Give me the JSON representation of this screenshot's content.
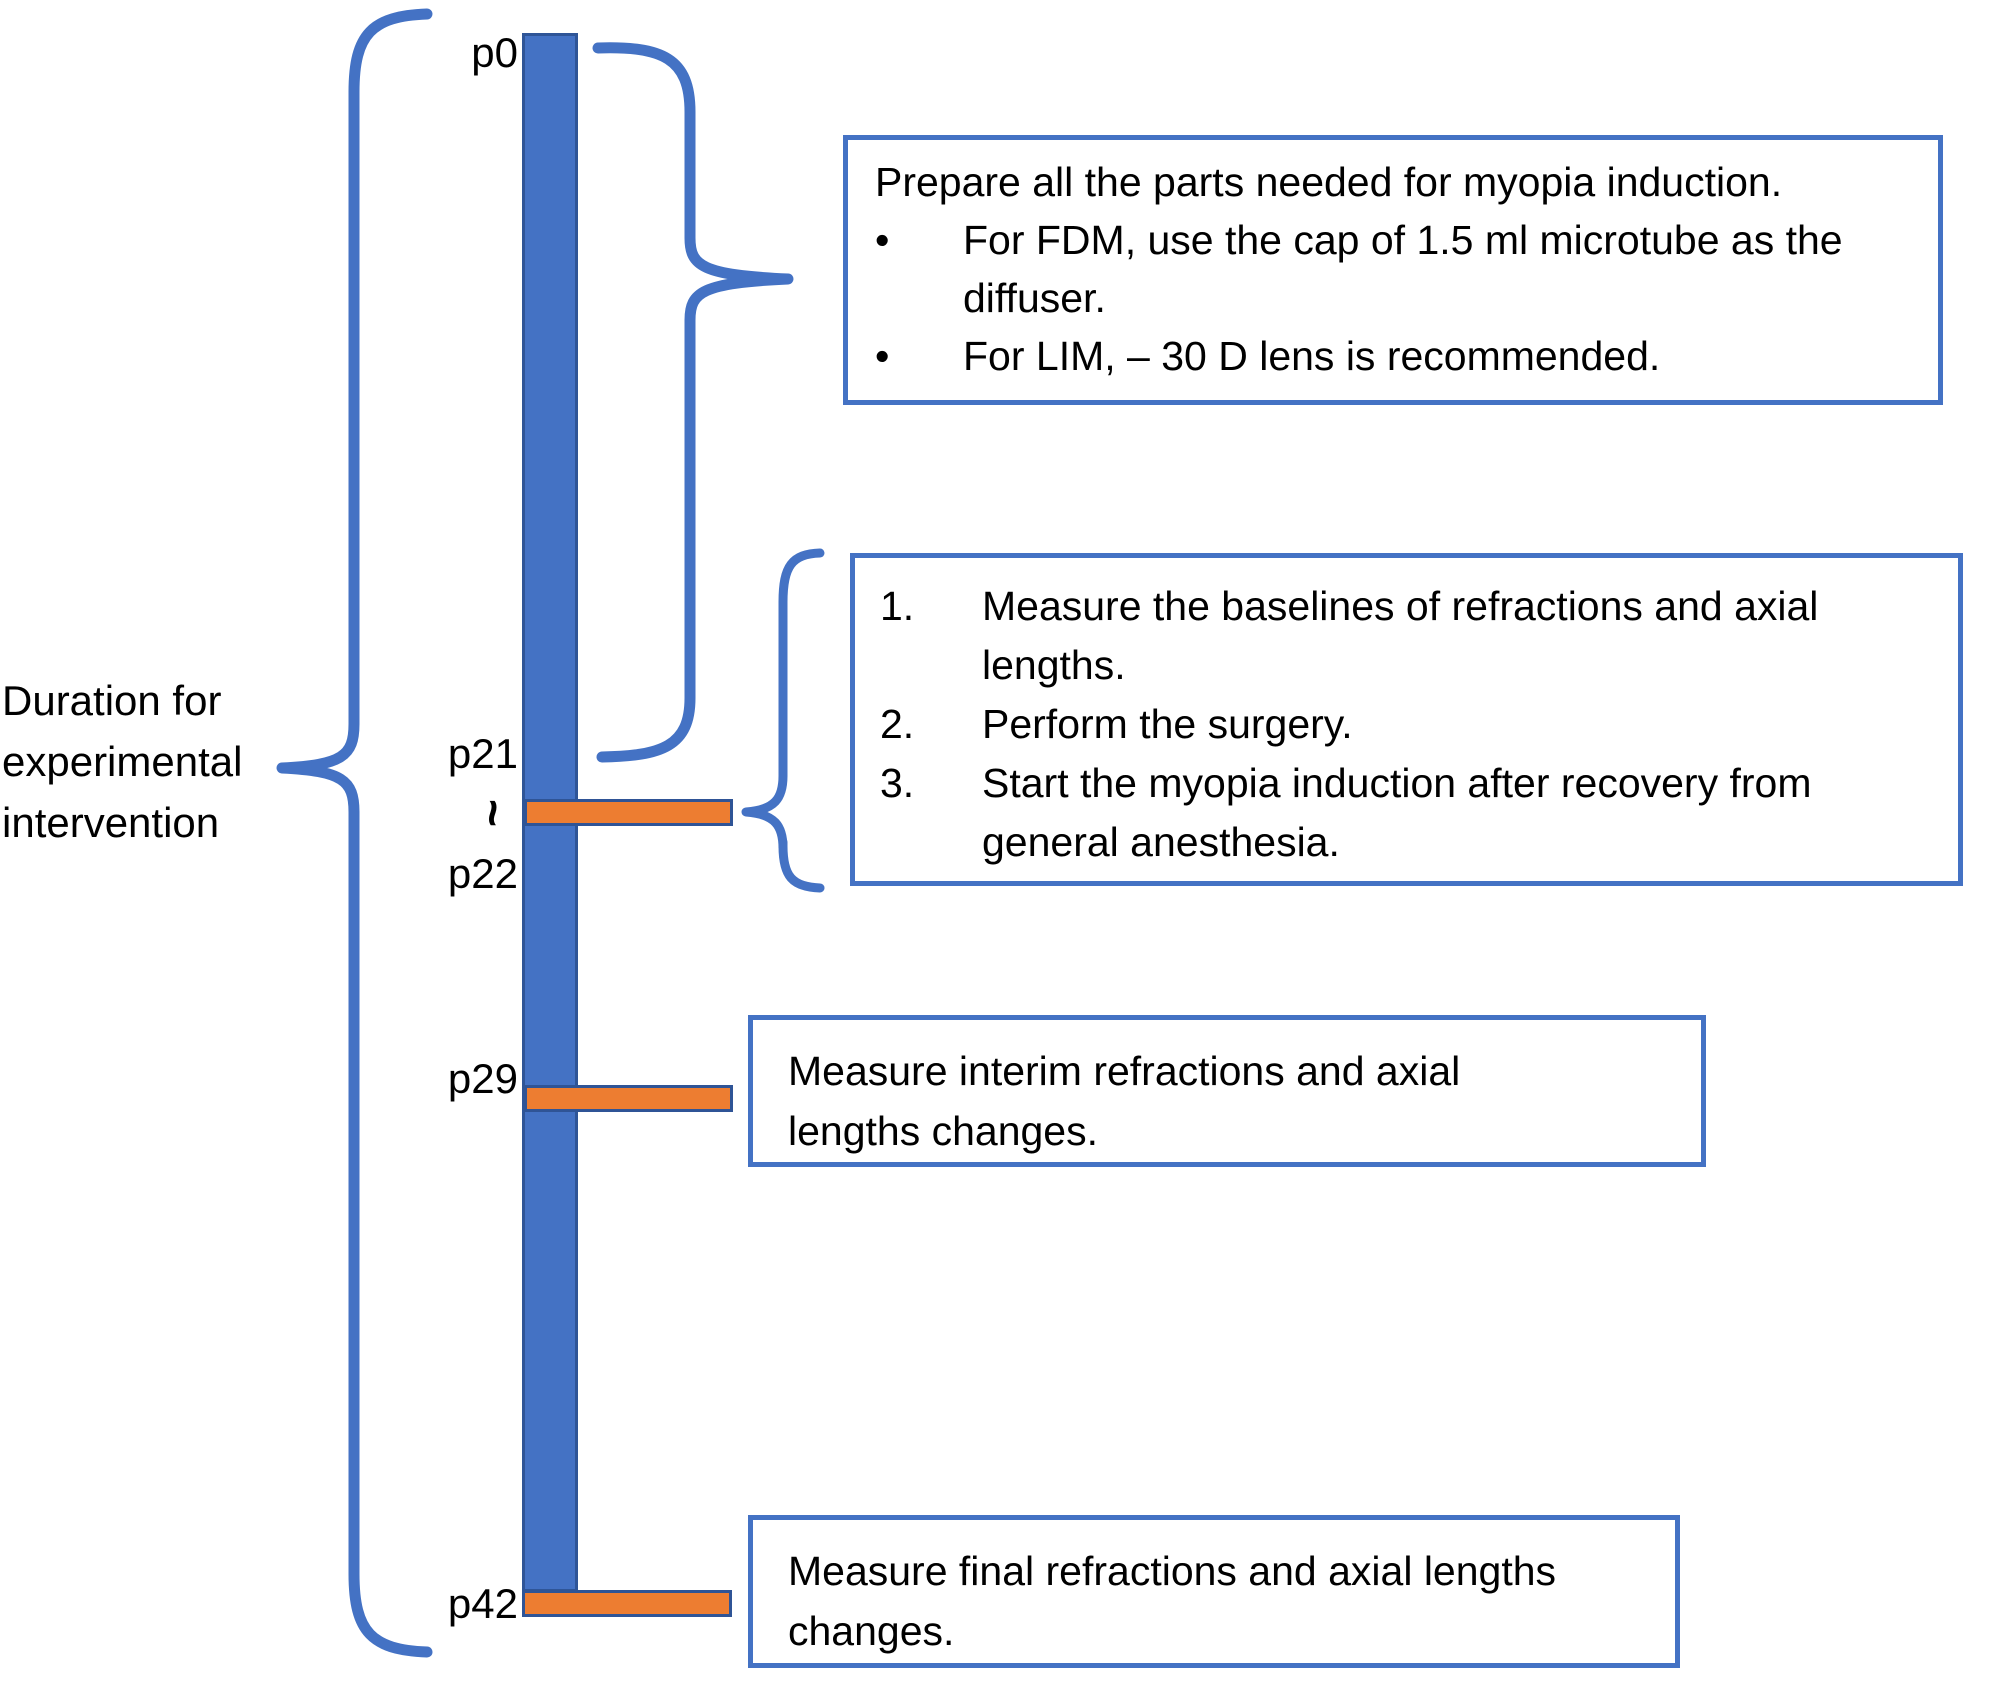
{
  "colors": {
    "accent_blue": "#4472C4",
    "bar_fill": "#4472C4",
    "bar_border": "#2F5597",
    "orange_fill": "#ED7D31",
    "orange_border": "#2F5496",
    "text_color": "#000000",
    "background": "#FFFFFF"
  },
  "left_caption": {
    "line1": "Duration for",
    "line2": "experimental",
    "line3": "intervention"
  },
  "timeline": {
    "point_labels": [
      "p0",
      "p21",
      "p22",
      "p29",
      "p42"
    ],
    "break_mark": "~"
  },
  "boxes": {
    "preparation": {
      "intro": "Prepare all the parts needed for myopia induction.",
      "bullet_char": "•",
      "bullets": [
        {
          "line1": "For FDM, use the cap of 1.5 ml microtube as the",
          "line2": "diffuser."
        },
        {
          "line1": "For LIM,  – 30 D lens is recommended."
        }
      ]
    },
    "baseline": {
      "items": [
        {
          "marker": "1.",
          "line1": "Measure the baselines of refractions and axial",
          "line2": "lengths."
        },
        {
          "marker": "2.",
          "line1": "Perform the surgery."
        },
        {
          "marker": "3.",
          "line1": "Start the myopia induction after recovery from",
          "line2": "general anesthesia."
        }
      ]
    },
    "interim": {
      "line1": "Measure interim refractions and axial",
      "line2": "lengths changes."
    },
    "final": {
      "line1": "Measure final refractions and axial lengths",
      "line2": "changes."
    }
  }
}
